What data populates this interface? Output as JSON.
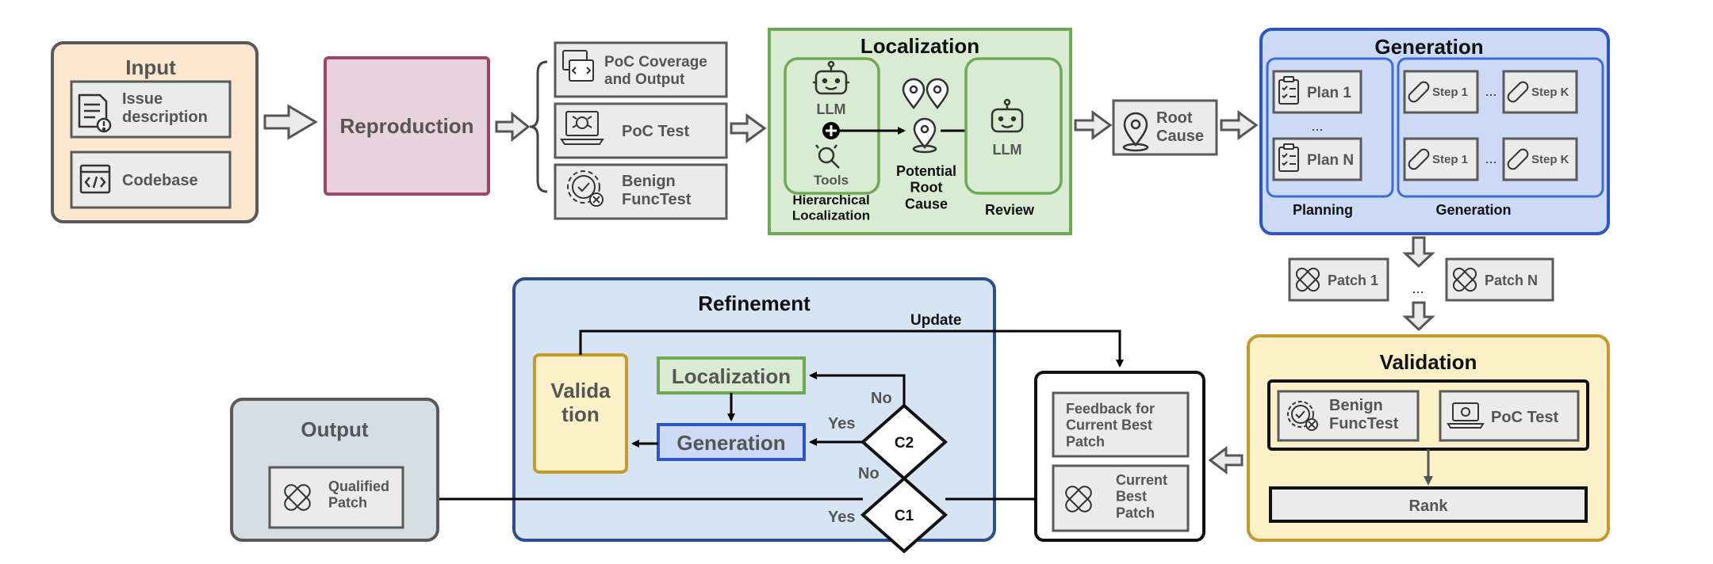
{
  "input": {
    "title": "Input",
    "issue": "Issue\ndescription",
    "codebase": "Codebase"
  },
  "reproduction": {
    "title": "Reproduction"
  },
  "poc": {
    "coverage": "PoC Coverage\nand Output",
    "test": "PoC Test",
    "benign": "Benign\nFuncTest"
  },
  "localization": {
    "title": "Localization",
    "llm": "LLM",
    "tools": "Tools",
    "hierarchical": "Hierarchical\nLocalization",
    "potential": "Potential\nRoot\nCause",
    "review_llm": "LLM",
    "review": "Review"
  },
  "root_cause": "Root\nCause",
  "generation": {
    "title": "Generation",
    "plan1": "Plan 1",
    "plann": "Plan N",
    "dots": "...",
    "step1": "Step 1",
    "stepk": "Step K",
    "planning": "Planning",
    "generation": "Generation"
  },
  "patches": {
    "patch1": "Patch 1",
    "dots": "...",
    "patchn": "Patch N"
  },
  "validation": {
    "title": "Validation",
    "benign": "Benign\nFuncTest",
    "poc": "PoC Test",
    "rank": "Rank"
  },
  "feedback": {
    "feedback": "Feedback for\nCurrent Best\nPatch",
    "current": "Current\nBest\nPatch"
  },
  "refinement": {
    "title": "Refinement",
    "update": "Update",
    "validation": "Valida\ntion",
    "localization": "Localization",
    "generation": "Generation",
    "c2": "C2",
    "c1": "C1",
    "no_top": "No",
    "yes_top": "Yes",
    "no_bottom": "No",
    "yes_bottom": "Yes"
  },
  "output": {
    "title": "Output",
    "qualified": "Qualified\nPatch"
  },
  "colors": {
    "input_bg": "#FBE6D0",
    "input_border": "#595959",
    "repro_bg": "#E8D2DC",
    "repro_border": "#A0456A",
    "loc_bg": "#D9EBD3",
    "loc_border": "#6FA955",
    "gen_bg": "#CCDAF5",
    "gen_border": "#2F55C4",
    "val_bg": "#FBF0C8",
    "val_border": "#C49A2F",
    "ref_bg": "#D6E4F3",
    "ref_border": "#2C4E8C",
    "out_bg": "#D5DFE3",
    "out_border": "#595959",
    "grey_box": "#EBEBEB",
    "grey_border": "#5A5A5A",
    "text_grey": "#555555"
  }
}
